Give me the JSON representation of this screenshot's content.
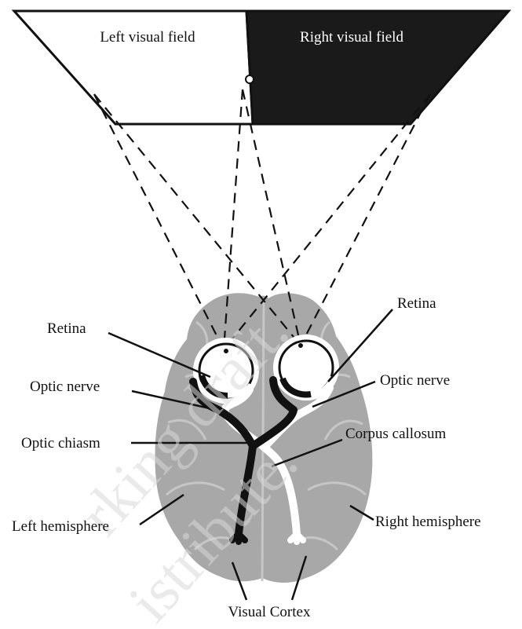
{
  "visual_field": {
    "left_label": "Left visual field",
    "right_label": "Right visual field"
  },
  "labels": {
    "retina_left": "Retina",
    "retina_right": "Retina",
    "optic_nerve_left": "Optic nerve",
    "optic_nerve_right": "Optic nerve",
    "optic_chiasm": "Optic chiasm",
    "corpus_callosum": "Corpus callosum",
    "left_hemisphere": "Left hemisphere",
    "right_hemisphere": "Right hemisphere",
    "visual_cortex": "Visual Cortex"
  },
  "watermark": {
    "line1": "rking draft.",
    "line2": "istribute."
  },
  "colors": {
    "brain": "#a8a8a8",
    "brain_fold": "#c6c6c6",
    "left_pathway": "#000000",
    "right_pathway": "#ffffff",
    "right_field": "#1a1a1a"
  }
}
